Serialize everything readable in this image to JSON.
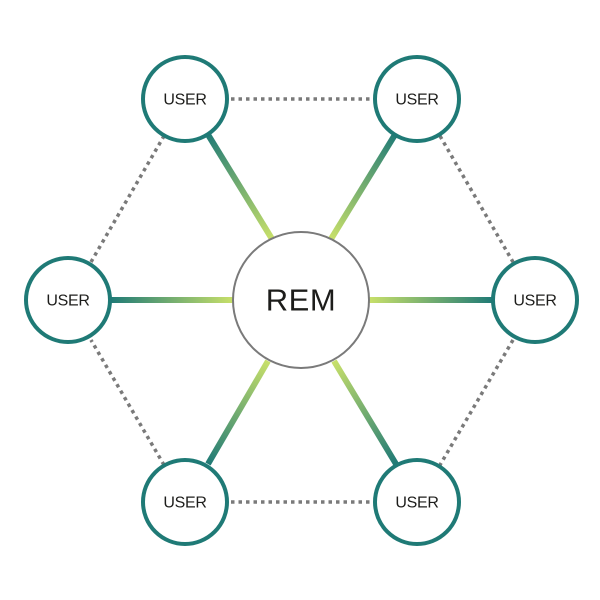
{
  "center": {
    "label": "REM"
  },
  "users": [
    {
      "label": "USER"
    },
    {
      "label": "USER"
    },
    {
      "label": "USER"
    },
    {
      "label": "USER"
    },
    {
      "label": "USER"
    },
    {
      "label": "USER"
    }
  ],
  "colors": {
    "user_stroke": "#1f7a76",
    "center_stroke": "#7a7a7a",
    "spoke_near_center": "#c8e06a",
    "spoke_near_user": "#1f7a76",
    "dotted_ring": "#7a7a7a",
    "text": "#1d1d1b"
  }
}
